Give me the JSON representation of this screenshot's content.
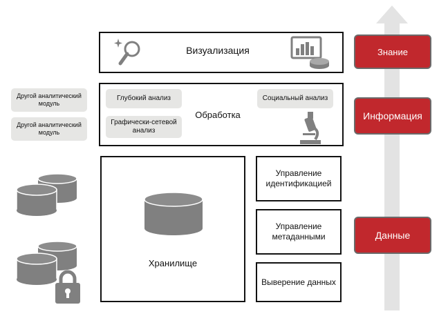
{
  "colors": {
    "accent": "#c1282d",
    "icon_gray": "#808080",
    "arrow_gray": "#e3e3e3",
    "pill_gray": "#e6e6e4",
    "border": "#111111"
  },
  "left_modules": [
    {
      "label": "Другой аналитический модуль"
    },
    {
      "label": "Другой аналитический модуль"
    }
  ],
  "visualization": {
    "title": "Визуализация",
    "icons": [
      "magnifier-sparkle-icon",
      "dashboard-chart-icon"
    ]
  },
  "processing": {
    "title": "Обработка",
    "items": [
      {
        "label": "Глубокий анализ"
      },
      {
        "label": "Графически-сетевой анализ"
      },
      {
        "label": "Социальный анализ"
      }
    ],
    "icon": "microscope-icon"
  },
  "storage": {
    "title": "Хранилище",
    "icon": "database-cylinder-icon"
  },
  "management": [
    {
      "label": "Управление идентификацией"
    },
    {
      "label": "Управление метаданными"
    },
    {
      "label": "Выверение данных"
    }
  ],
  "pyramid": {
    "levels": [
      {
        "label": "Знание"
      },
      {
        "label": "Информация"
      },
      {
        "label": "Данные"
      }
    ]
  },
  "left_icons": [
    "database-stack-icon",
    "secure-database-lock-icon"
  ]
}
